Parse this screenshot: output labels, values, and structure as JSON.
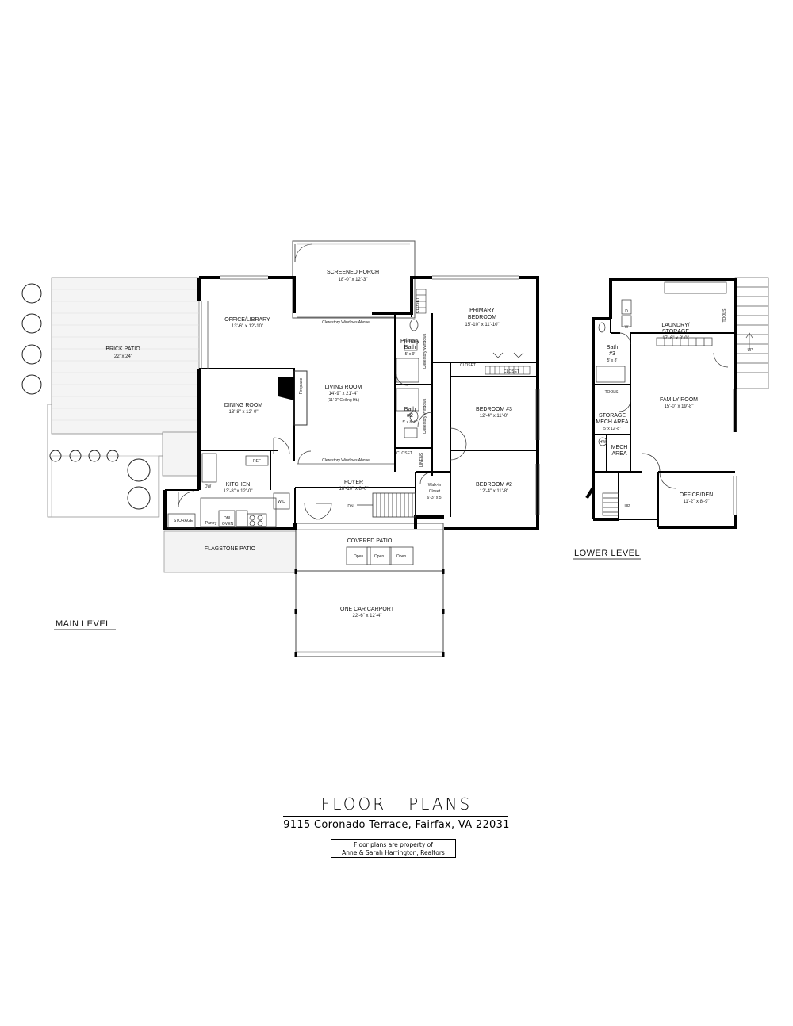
{
  "levels": {
    "main": "MAIN LEVEL",
    "lower": "LOWER LEVEL"
  },
  "main_rooms": {
    "brick_patio": {
      "name": "BRICK PATIO",
      "dim": "22' x 24'"
    },
    "screened_porch": {
      "name": "SCREENED PORCH",
      "dim": "18'-0\" x 12'-3\""
    },
    "office_library": {
      "name": "OFFICE/LIBRARY",
      "dim": "13'-6\" x 12'-10\""
    },
    "clerestory_top": "Clerestory Windows Above",
    "clerestory_bottom": "Clerestory Windows Above",
    "primary_bedroom": {
      "name1": "PRIMARY",
      "name2": "BEDROOM",
      "dim": "15'-10\" x 11'-10\""
    },
    "closet_a": "CLOSET",
    "closet_b": "CLOSET",
    "closet_c": "CLOSET",
    "closet_d": "CLOSET",
    "linens": "LINENS",
    "primary_bath": {
      "name1": "Primary",
      "name2": "Bath",
      "dim": "5' x 9'"
    },
    "clerestory_side_a": "Clerestory Windows",
    "clerestory_side_b": "Clerestory Windows",
    "bath2": {
      "name1": "Bath",
      "name2": "#2",
      "dim": "5' x 8'-6\""
    },
    "bedroom3": {
      "name": "BEDROOM #3",
      "dim": "12'-4\" x 11'-0\""
    },
    "living_room": {
      "name": "LIVING ROOM",
      "dim": "14'-9\" x 21'-4\"",
      "note": "(11'-0\" Ceiling Ht.)"
    },
    "fireplace": "Fireplace",
    "dining_room": {
      "name": "DINING ROOM",
      "dim": "13'-8\" x 12'-0\""
    },
    "ref": "REF",
    "kitchen": {
      "name": "KITCHEN",
      "dim": "13'-8\" x 12'-0\""
    },
    "dw": "DW",
    "wd": "W/D",
    "pantry": "Pantry",
    "dbl_oven1": "DBL",
    "dbl_oven2": "OVEN",
    "storage": "STORAGE",
    "foyer": {
      "name": "FOYER",
      "dim": "18'-10\" x 8'-0\""
    },
    "dn": "DN",
    "walkin": {
      "name1": "Walk-in",
      "name2": "Closet",
      "dim": "6'-3\" x 5'"
    },
    "bedroom2": {
      "name": "BEDROOM #2",
      "dim": "12'-4\" x 11'-8\""
    },
    "flagstone_patio": "FLAGSTONE PATIO",
    "covered_patio": "COVERED PATIO",
    "open_labels": [
      "Open",
      "Open",
      "Open"
    ],
    "carport": {
      "name": "ONE CAR CARPORT",
      "dim": "22'-6\" x 12'-4\""
    }
  },
  "lower_rooms": {
    "laundry": {
      "name1": "LAUNDRY/",
      "name2": "STORAGE",
      "dim": "17'-6\" x 8'-0\""
    },
    "d": "D",
    "w": "W",
    "tools_side": "TOOLS",
    "up_stairs": "UP",
    "bath3": {
      "name1": "Bath",
      "name2": "#3",
      "dim": "5' x 8'"
    },
    "tools": "TOOLS",
    "family_room": {
      "name": "FAMILY ROOM",
      "dim": "15'-0\" x 19'-8\""
    },
    "storage_mech": {
      "name1": "STORAGE",
      "name2": "MECH AREA",
      "dim": "5' x 12'-8\""
    },
    "hw": "HW",
    "mech_area": {
      "name1": "MECH",
      "name2": "AREA"
    },
    "office_den": {
      "name": "OFFICE/DEN",
      "dim": "11'-2\" x 8'-9\""
    },
    "up_lower": "UP"
  },
  "footer": {
    "title": "FLOOR   PLANS",
    "address": "9115 Coronado Terrace, Fairfax, VA  22031",
    "credit_line1": "Floor plans are property of",
    "credit_line2": "Anne & Sarah Harrington, Realtors"
  }
}
